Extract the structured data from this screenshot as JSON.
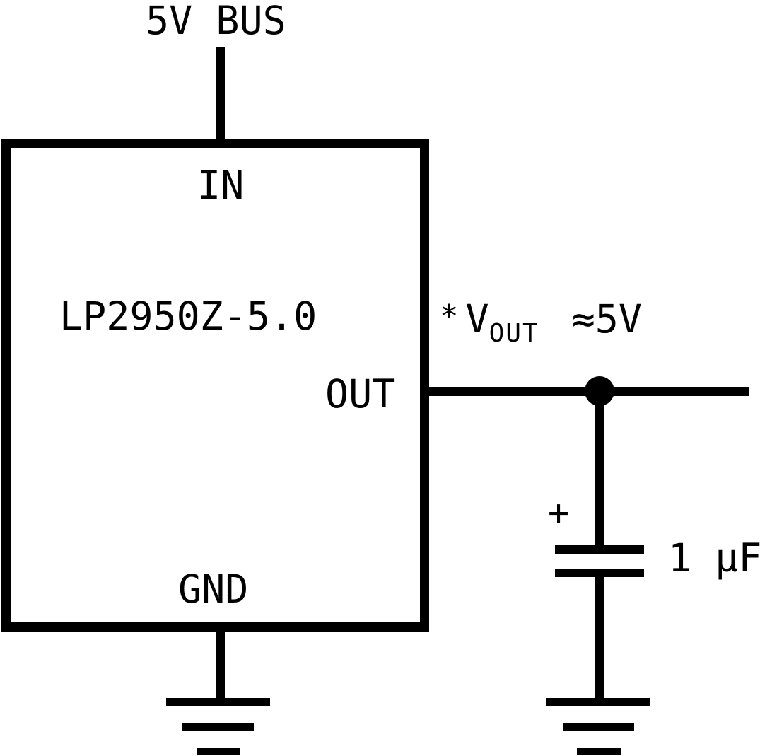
{
  "schematic": {
    "bus_label": "5V BUS",
    "regulator": {
      "part_number": "LP2950Z-5.0",
      "pins": {
        "in": "IN",
        "out": "OUT",
        "gnd": "GND"
      }
    },
    "output_annotation": {
      "prefix": "*",
      "symbol": "V",
      "subscript": "OUT",
      "value": "≈5V"
    },
    "capacitor": {
      "polarity": "+",
      "value": "1 μF"
    },
    "colors": {
      "line": "#000000",
      "background": "#ffffff"
    }
  }
}
